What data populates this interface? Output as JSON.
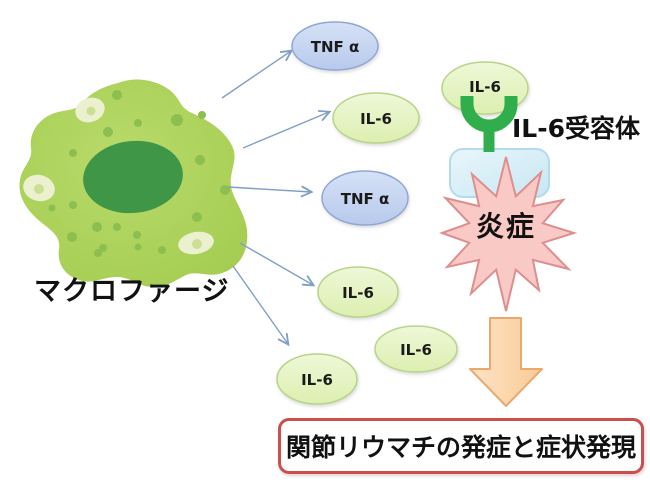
{
  "labels": {
    "macrophage": "マクロファージ",
    "receptor": "IL-6受容体",
    "inflammation": "炎症",
    "outcome": "関節リウマチの発症と症状発現"
  },
  "cytokines": [
    {
      "label": "TNF α",
      "kind": "TNF-alpha"
    },
    {
      "label": "IL-6",
      "kind": "IL-6"
    },
    {
      "label": "TNF α",
      "kind": "TNF-alpha"
    },
    {
      "label": "IL-6",
      "kind": "IL-6"
    },
    {
      "label": "IL-6",
      "kind": "IL-6"
    },
    {
      "label": "IL-6",
      "kind": "IL-6"
    },
    {
      "label": "IL-6",
      "kind": "IL-6 bound to receptor"
    }
  ],
  "colors": {
    "tnf_fill": "#c9d7f2",
    "tnf_border": "#8fa6d4",
    "il6_fill": "#e6f4c4",
    "il6_border": "#b9d489",
    "secretion_arrow": "#7f9fc6",
    "receptor_green": "#2fae4b",
    "membrane_fill": "#d9eef7",
    "membrane_border": "#b2dbeb",
    "inflammation_fill": "#f9c9c5",
    "inflammation_border": "#dd8e8e",
    "outcome_arrow_fill": "#fbd5a8",
    "outcome_arrow_border": "#e9a96d",
    "outcome_box_border": "#c9504e",
    "macrophage_body": "#abd159",
    "macrophage_nucleus": "#3f9646",
    "text": "#111111"
  }
}
